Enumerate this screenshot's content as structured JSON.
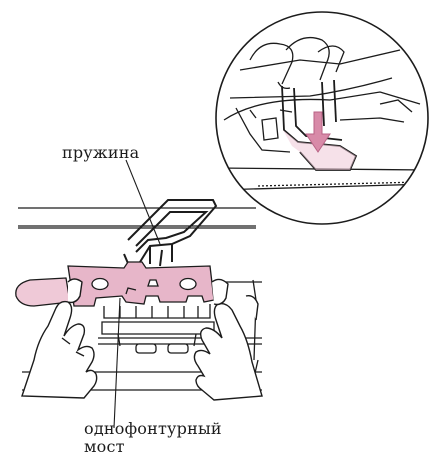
{
  "labels": {
    "spring": "пружина",
    "bridge_line1": "однофонтурный",
    "bridge_line2": "мост"
  },
  "colors": {
    "line": "#1c1c1c",
    "part_fill": "#e7b6c9",
    "part_fill_light": "#efc9d7",
    "background": "#ffffff"
  }
}
